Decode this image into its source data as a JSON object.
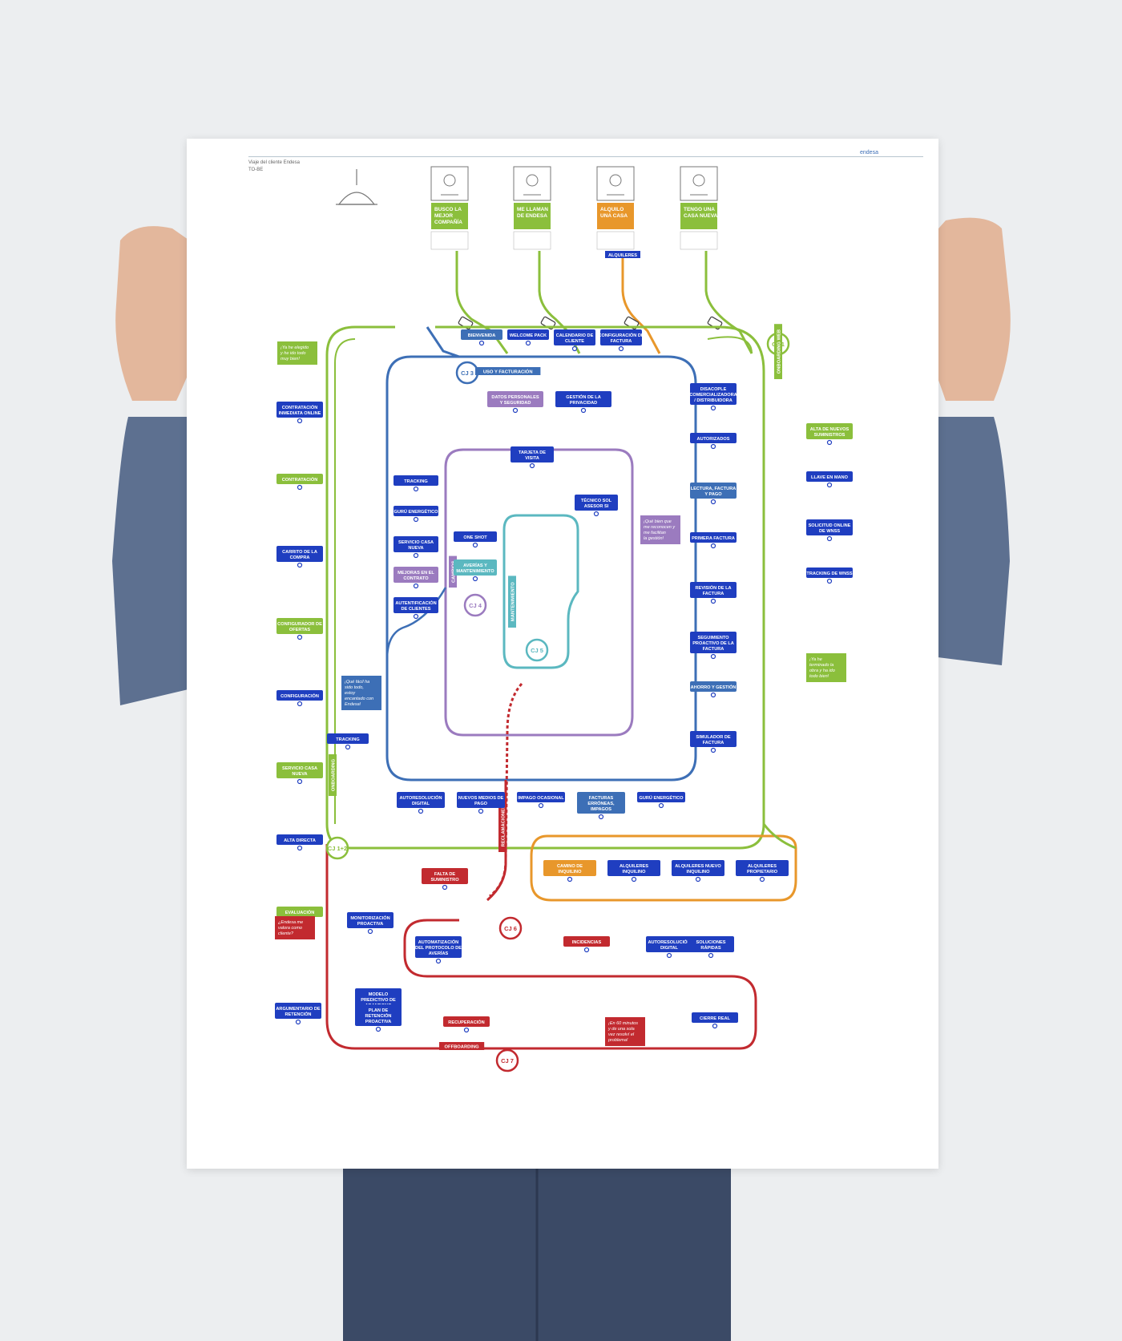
{
  "header": {
    "title_line1": "Viaje del cliente Endesa",
    "title_line2": "TO-BE",
    "brand": "endesa"
  },
  "entry_points": [
    {
      "label": "BUSCO LA MEJOR COMPAÑÍA",
      "color": "#8bbf3c",
      "icon": "tablet-hand-icon"
    },
    {
      "label": "ME LLAMAN DE ENDESA",
      "color": "#8bbf3c",
      "icon": "headset-person-icon"
    },
    {
      "label": "ALQUILO UNA CASA",
      "color": "#e8972b",
      "icon": "hand-key-icon"
    },
    {
      "label": "TENGO UNA CASA NUEVA",
      "color": "#8bbf3c",
      "icon": "house-plug-icon"
    }
  ],
  "alquileres_tag": "ALQUILERES",
  "loops": [
    {
      "id": "CJ 1",
      "name": "ONBOARDING WEB",
      "color": "#8bbf3c"
    },
    {
      "id": "CJ 1+2",
      "name": "ONBOARDING",
      "color": "#8bbf3c"
    },
    {
      "id": "CJ 3",
      "name": "USO Y FACTURACIÓN",
      "color": "#3d6fb6"
    },
    {
      "id": "CJ 4",
      "name": "CAMBIOS",
      "color": "#9b7bbf"
    },
    {
      "id": "CJ 5",
      "name": "MANTENIMIENTO",
      "color": "#5bb8c0"
    },
    {
      "id": "CJ 6",
      "name": "RECLAMACIONES",
      "color": "#c22a2f"
    },
    {
      "id": "CJ 7",
      "name": "OFFBOARDING",
      "color": "#c22a2f"
    }
  ],
  "stations": {
    "cj1_left": [
      "CONTRATACIÓN INMEDIATA ONLINE",
      "CONTRATACIÓN",
      "CARRITO DE LA COMPRA",
      "CONFIGURADOR DE OFERTAS",
      "CONFIGURACIÓN",
      "SERVICIO CASA NUEVA",
      "ALTA DIRECTA",
      "EVALUACIÓN"
    ],
    "cj1_right": [
      "ALTA DE NUEVOS SUMINISTROS",
      "LLAVE EN MANO",
      "SOLICITUD ONLINE DE WNSS",
      "TRACKING DE WNSS"
    ],
    "cj3_top": [
      "BIENVENIDA",
      "WELCOME PACK",
      "CALENDARIO DE CLIENTE",
      "CONFIGURACIÓN DE FACTURA"
    ],
    "cj3_right": [
      "DISACOPLE COMERCIALIZADORA / DISTRIBUIDORA",
      "AUTORIZADOS",
      "LECTURA, FACTURA Y PAGO",
      "PRIMERA FACTURA",
      "REVISIÓN DE LA FACTURA",
      "SEGUIMIENTO PROACTIVO DE LA FACTURA",
      "AHORRO Y GESTIÓN",
      "SIMULADOR DE FACTURA"
    ],
    "cj3_bottom": [
      "AUTORESOLUCIÓN DIGITAL",
      "NUEVOS MEDIOS DE PAGO",
      "IMPAGO OCASIONAL",
      "FACTURAS ERRÓNEAS, IMPAGOS",
      "GURÚ ENERGÉTICO"
    ],
    "cj3_left": [
      "TRACKING"
    ],
    "cj4": [
      "DATOS PERSONALES Y SEGURIDAD",
      "GESTIÓN DE LA PRIVACIDAD",
      "TRACKING",
      "GURÚ ENERGÉTICO",
      "SERVICIO CASA NUEVA",
      "MEJORAS EN EL CONTRATO",
      "AUTENTIFICACIÓN DE CLIENTES"
    ],
    "cj5": [
      "TARJETA DE VISITA",
      "TÉCNICO SOL ASESOR SI",
      "ONE SHOT",
      "AVERÍAS Y MANTENIMIENTO"
    ],
    "cj7": [
      "MONITORIZACIÓN PROACTIVA",
      "AUTOMATIZACIÓN DEL PROTOCOLO DE AVERÍAS",
      "INCIDENCIAS",
      "AUTORESOLUCIÓN DIGITAL",
      "SOLUCIONES RÁPIDAS",
      "MODELO PREDICTIVO DE ABANDONO",
      "PLAN DE RETENCIÓN PROACTIVA",
      "RECUPERACIÓN",
      "CIERRE REAL",
      "ARGUMENTARIO DE RETENCIÓN",
      "FALTA DE SUMINISTRO"
    ],
    "alquileres": [
      "CAMINO DE INQUILINO",
      "ALQUILERES INQUILINO",
      "ALQUILERES NUEVO INQUILINO",
      "ALQUILERES PROPIETARIO"
    ]
  },
  "quotes": {
    "cj1_green_1": "¡Ya he elegido y he ido todo muy bien!",
    "cj1_green_2": "¡Ya he terminado la obra y ha ido todo bien!",
    "cj4_purple": "¡Qué bien que me reconocen y me facilitan la gestión!",
    "cj3_blue": "¡Qué fácil ha sido todo, estoy encantado con Endesa!",
    "cj7_red_1": "¿Endesa me valora como cliente?",
    "cj7_red_2": "¡En 60 minutos y de una sola vez resolví el problema!"
  },
  "colors": {
    "green": "#8bbf3c",
    "orange": "#e8972b",
    "blue": "#3d6fb6",
    "navy": "#1f3ec0",
    "purple": "#9b7bbf",
    "teal": "#5bb8c0",
    "red": "#c22a2f"
  }
}
